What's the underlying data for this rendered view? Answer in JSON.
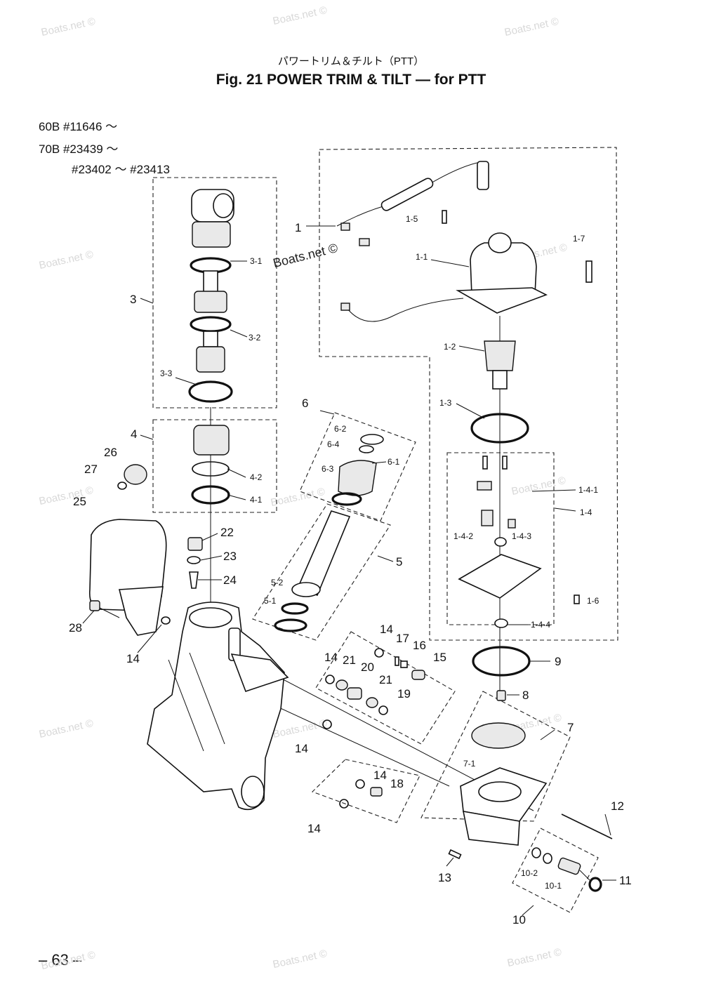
{
  "header": {
    "subtitle_jp": "パワートリム＆チルト（PTT）",
    "title": "Fig. 21 POWER TRIM & TILT — for PTT"
  },
  "serials": [
    "60B #11646 ～",
    "70B #23439 ～",
    "#23402 ～ #23413"
  ],
  "page_number": "– 63 –",
  "watermark_main": "Boats.net ©",
  "watermark_faint": "Boats.net ©",
  "callouts": {
    "c1": "1",
    "c1_1": "1-1",
    "c1_2": "1-2",
    "c1_3": "1-3",
    "c1_4": "1-4",
    "c1_4_1": "1-4-1",
    "c1_4_2": "1-4-2",
    "c1_4_3": "1-4-3",
    "c1_4_4": "1-4-4",
    "c1_5": "1-5",
    "c1_6": "1-6",
    "c1_7": "1-7",
    "c3": "3",
    "c3_1": "3-1",
    "c3_2": "3-2",
    "c3_3": "3-3",
    "c4": "4",
    "c4_1": "4-1",
    "c4_2": "4-2",
    "c5": "5",
    "c5_1": "5-1",
    "c5_2": "5-2",
    "c6": "6",
    "c6_1": "6-1",
    "c6_2": "6-2",
    "c6_3": "6-3",
    "c6_4": "6-4",
    "c7": "7",
    "c7_1": "7-1",
    "c8": "8",
    "c9": "9",
    "c10": "10",
    "c10_1": "10-1",
    "c10_2": "10-2",
    "c11": "11",
    "c12": "12",
    "c13": "13",
    "c14a": "14",
    "c14b": "14",
    "c14c": "14",
    "c14d": "14",
    "c14e": "14",
    "c14f": "14",
    "c15": "15",
    "c16": "16",
    "c17": "17",
    "c18": "18",
    "c19": "19",
    "c20": "20",
    "c21a": "21",
    "c21b": "21",
    "c22": "22",
    "c23": "23",
    "c24": "24",
    "c25": "25",
    "c26": "26",
    "c27": "27",
    "c28": "28"
  }
}
